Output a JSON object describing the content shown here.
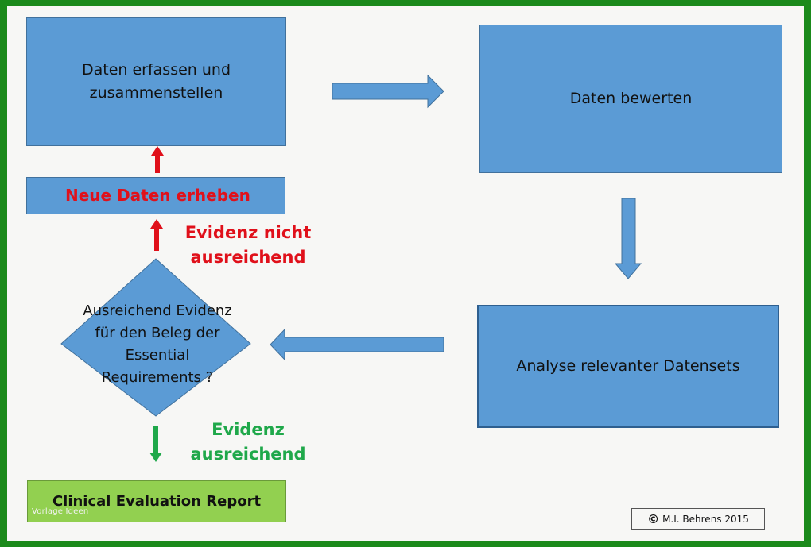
{
  "diagram": {
    "collect_box": {
      "text_line1": "Daten erfassen und",
      "text_line2": "zusammenstellen"
    },
    "evaluate_box": {
      "text": "Daten bewerten"
    },
    "analysis_box": {
      "text": "Analyse relevanter Datensets"
    },
    "new_data_box": {
      "text": "Neue Daten erheben"
    },
    "decision": {
      "line1": "Ausreichend Evidenz",
      "line2": "für den Beleg der",
      "line3": "Essential",
      "line4": "Requirements ?"
    },
    "not_sufficient": {
      "line1": "Evidenz nicht",
      "line2": "ausreichend"
    },
    "sufficient": {
      "line1": "Evidenz",
      "line2": "ausreichend"
    },
    "report_box": {
      "text": "Clinical Evaluation Report"
    },
    "watermark": "Vorlage Ideen",
    "copyright": {
      "symbol": "©",
      "text": "M.I. Behrens 2015"
    }
  },
  "colors": {
    "frame": "#1b8a1b",
    "box_blue": "#5b9bd5",
    "arrow_blue": "#5b9bd5",
    "red": "#e0101a",
    "green_text": "#1fa84a",
    "report_green": "#92d050"
  }
}
